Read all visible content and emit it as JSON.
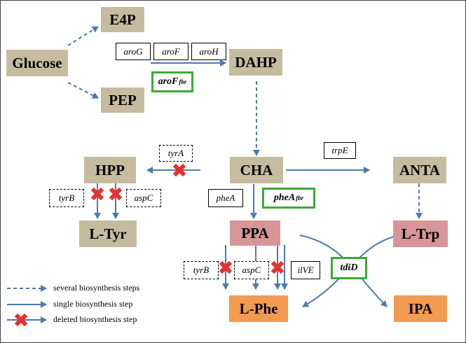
{
  "nodes": {
    "glucose": "Glucose",
    "e4p": "E4P",
    "pep": "PEP",
    "dahp": "DAHP",
    "cha": "CHA",
    "hpp": "HPP",
    "ltyr": "L-Tyr",
    "anta": "ANTA",
    "ppa": "PPA",
    "ltrp": "L-Trp",
    "lphe": "L-Phe",
    "ipa": "IPA"
  },
  "genes": {
    "aroG": "aroG",
    "aroF": "aroF",
    "aroH": "aroH",
    "aroFfbr_base": "aroF",
    "aroFfbr_sup": "fbr",
    "tyrA": "tyrA",
    "trpE": "trpE",
    "pheA": "pheA",
    "pheAfbr_base": "pheA",
    "pheAfbr_sup": "fbr",
    "tyrB_top": "tyrB",
    "aspC_top": "aspC",
    "tyrB_bottom": "tyrB",
    "aspC_bottom": "aspC",
    "ilvE": "ilVE",
    "tdiD": "tdiD"
  },
  "legend": {
    "dashed_arrow": "several biosynthesis steps",
    "solid_arrow": "single biosynthesis step",
    "cross": "deleted biosynthesis step"
  },
  "colors": {
    "arrow": "#4a7ab5",
    "cross": "#e4322b",
    "precursor": "#c5bb9f",
    "pink": "#d79597",
    "orange": "#f39a51",
    "green_border": "#3aaa35"
  }
}
